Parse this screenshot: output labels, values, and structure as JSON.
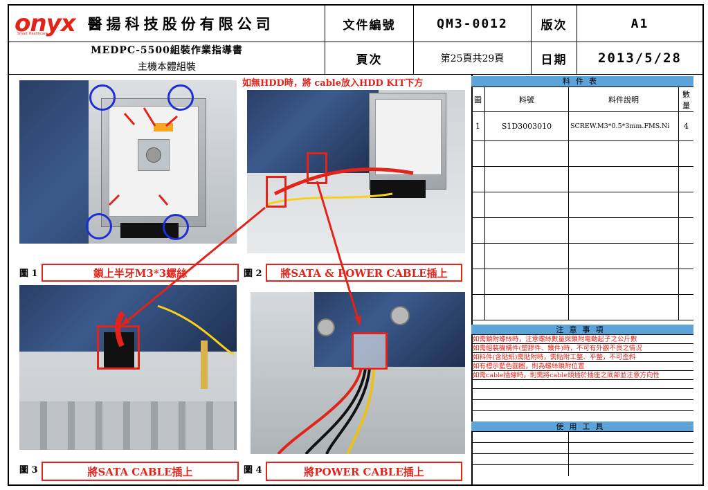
{
  "header": {
    "logo": "onyx",
    "logo_sub": "Smart Healthcare",
    "company": "醫揚科技股份有限公司",
    "doc_no_label": "文件編號",
    "doc_no": "QM3-0012",
    "version_label": "版次",
    "version": "A1",
    "doc_title": "MEDPC-5500組裝作業指導書",
    "doc_subtitle": "主機本體組裝",
    "page_label": "頁次",
    "page": "第25頁共29頁",
    "date_label": "日期",
    "date": "2013/5/28"
  },
  "top_note": "如無HDD時，將 cable放入HDD KIT下方",
  "figures": [
    {
      "num": "圖 1",
      "caption": "鎖上半牙M3*3螺絲"
    },
    {
      "num": "圖 2",
      "caption": "將SATA & POWER CABLE插上"
    },
    {
      "num": "圖 3",
      "caption": "將SATA CABLE插上"
    },
    {
      "num": "圖 4",
      "caption": "將POWER CABLE插上"
    }
  ],
  "parts_table": {
    "title": "料件表",
    "col_fig": "圖",
    "col_part": "料號",
    "col_desc": "料件說明",
    "col_qty": "數量",
    "rows": [
      {
        "fig": "1",
        "part": "S1D3003010",
        "desc": "SCREW.M3*0.5*3mm.FMS.Ni",
        "qty": "4"
      }
    ]
  },
  "notes": {
    "title": "注意事項",
    "items": [
      "如需鎖附螺絲時，注意螺絲數量與鎖附電動起子之公斤數",
      "如需組裝機構件(塑膠件、鐵件)時，不可有外觀不良之情況",
      "如料件(含貼紙)需貼附時，需貼附工整、平整，不可歪斜",
      "如有標示藍色圓圈，則為螺絲鎖附位置",
      "如需cable插線時，則需將cable頭插於插座之底部並注意方向性"
    ]
  },
  "tools": {
    "title": "使用工具"
  },
  "colors": {
    "brand_red": "#e2231a",
    "table_header_blue": "#5ba3d9",
    "circle_blue": "#1a2fd6"
  }
}
